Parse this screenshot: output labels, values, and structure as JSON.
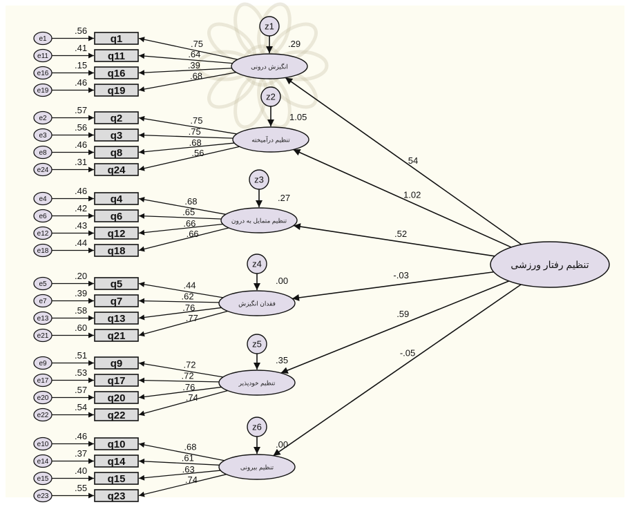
{
  "colors": {
    "background": "#fdfcf1",
    "factor_fill": "#e2dcea",
    "box_fill": "#dcdcdc",
    "watermark": "#c9c2a8",
    "line": "#111111"
  },
  "general": {
    "label": "تنظیم رفتار ورزشی"
  },
  "factors": [
    {
      "label": "انگیزش درونی",
      "z": "z1",
      "r2": ".29",
      "gamma": ".54",
      "items": [
        {
          "q": "q1",
          "e": "e1",
          "r2": ".56",
          "load": ".75"
        },
        {
          "q": "q11",
          "e": "e11",
          "r2": ".41",
          "load": ".64"
        },
        {
          "q": "q16",
          "e": "e16",
          "r2": ".15",
          "load": ".39"
        },
        {
          "q": "q19",
          "e": "e19",
          "r2": ".46",
          "load": ".68"
        }
      ]
    },
    {
      "label": "تنظیم درآمیخته",
      "z": "z2",
      "r2": "1.05",
      "gamma": "1.02",
      "items": [
        {
          "q": "q2",
          "e": "e2",
          "r2": ".57",
          "load": ".75"
        },
        {
          "q": "q3",
          "e": "e3",
          "r2": ".56",
          "load": ".75"
        },
        {
          "q": "q8",
          "e": "e8",
          "r2": ".46",
          "load": ".68"
        },
        {
          "q": "q24",
          "e": "e24",
          "r2": ".31",
          "load": ".56"
        }
      ]
    },
    {
      "label": "تنظیم متمایل به درون",
      "z": "z3",
      "r2": ".27",
      "gamma": ".52",
      "items": [
        {
          "q": "q4",
          "e": "e4",
          "r2": ".46",
          "load": ".68"
        },
        {
          "q": "q6",
          "e": "e6",
          "r2": ".42",
          "load": ".65"
        },
        {
          "q": "q12",
          "e": "e12",
          "r2": ".43",
          "load": ".66"
        },
        {
          "q": "q18",
          "e": "e18",
          "r2": ".44",
          "load": ".66"
        }
      ]
    },
    {
      "label": "فقدان انگیزش",
      "z": "z4",
      "r2": ".00",
      "gamma": "-.03",
      "items": [
        {
          "q": "q5",
          "e": "e5",
          "r2": ".20",
          "load": ".44"
        },
        {
          "q": "q7",
          "e": "e7",
          "r2": ".39",
          "load": ".62"
        },
        {
          "q": "q13",
          "e": "e13",
          "r2": ".58",
          "load": ".76"
        },
        {
          "q": "q21",
          "e": "e21",
          "r2": ".60",
          "load": ".77"
        }
      ]
    },
    {
      "label": "تنظیم خودپذیر",
      "z": "z5",
      "r2": ".35",
      "gamma": ".59",
      "items": [
        {
          "q": "q9",
          "e": "e9",
          "r2": ".51",
          "load": ".72"
        },
        {
          "q": "q17",
          "e": "e17",
          "r2": ".53",
          "load": ".72"
        },
        {
          "q": "q20",
          "e": "e20",
          "r2": ".57",
          "load": ".76"
        },
        {
          "q": "q22",
          "e": "e22",
          "r2": ".54",
          "load": ".74"
        }
      ]
    },
    {
      "label": "تنظیم بیرونی",
      "z": "z6",
      "r2": ".00",
      "gamma": "-.05",
      "items": [
        {
          "q": "q10",
          "e": "e10",
          "r2": ".46",
          "load": ".68"
        },
        {
          "q": "q14",
          "e": "e14",
          "r2": ".37",
          "load": ".61"
        },
        {
          "q": "q15",
          "e": "e15",
          "r2": ".40",
          "load": ".63"
        },
        {
          "q": "q23",
          "e": "e23",
          "r2": ".55",
          "load": ".74"
        }
      ]
    }
  ]
}
